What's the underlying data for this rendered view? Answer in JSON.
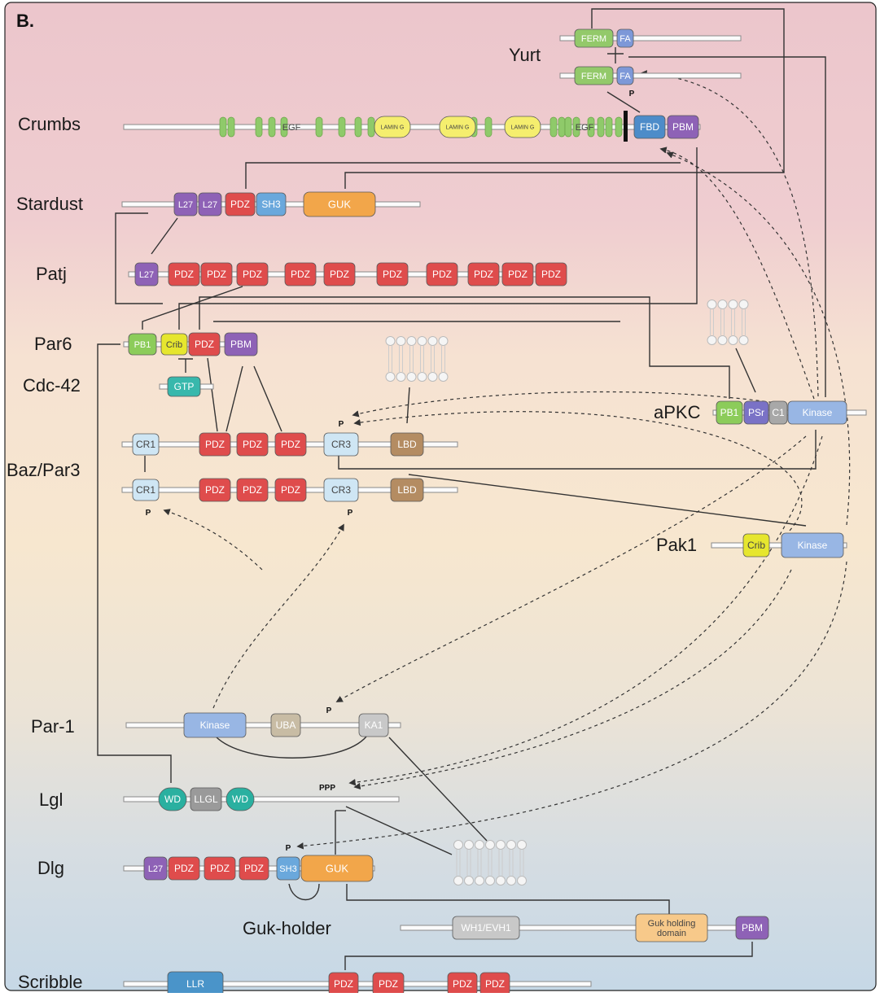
{
  "panel_label": "B.",
  "colors": {
    "background_top": "#ecc6cc",
    "background_mid": "#f7e6cf",
    "background_bottom": "#c6d8e6",
    "line": "#333333",
    "dashed_arrow": "#333333",
    "FERM": "#93c96a",
    "FA": "#7d98d8",
    "EGF": "#8fca6a",
    "LAMIN_G": "#f5ee6e",
    "FBD": "#4d8cc9",
    "PBM": "#8e62b6",
    "L27": "#8e62b6",
    "PDZ": "#df4c4c",
    "SH3": "#6aa8dc",
    "GUK": "#f2a64a",
    "PB1": "#8ccc5a",
    "Crib": "#e6e62e",
    "GTP": "#38b8ac",
    "CR": "#cfe6f4",
    "LBD": "#b48c62",
    "PSr": "#7a72c6",
    "C1": "#a8a8a8",
    "Kinase": "#98b6e4",
    "UBA": "#c8bca4",
    "KA1": "#c8c8c8",
    "WD": "#2ab0a0",
    "LLGL": "#9a9a9a",
    "WH1_EVH1": "#c8c8c8",
    "Guk_holding": "#f7c98a",
    "LLR": "#4a94c9"
  },
  "proteins": [
    {
      "id": "yurt",
      "name": "Yurt",
      "domains": [
        "FERM",
        "FA"
      ]
    },
    {
      "id": "crumbs",
      "name": "Crumbs",
      "domains": [
        "EGF",
        "LAMIN G",
        "LAMIN G",
        "LAMIN G",
        "EGF",
        "FBD",
        "PBM"
      ]
    },
    {
      "id": "stardust",
      "name": "Stardust",
      "domains": [
        "L27",
        "L27",
        "PDZ",
        "SH3",
        "GUK"
      ]
    },
    {
      "id": "patj",
      "name": "Patj",
      "domains": [
        "L27",
        "PDZ",
        "PDZ",
        "PDZ",
        "PDZ",
        "PDZ",
        "PDZ",
        "PDZ",
        "PDZ",
        "PDZ",
        "PDZ"
      ]
    },
    {
      "id": "par6",
      "name": "Par6",
      "domains": [
        "PB1",
        "Crib",
        "PDZ",
        "PBM"
      ]
    },
    {
      "id": "cdc42",
      "name": "Cdc-42",
      "domains": [
        "GTP"
      ]
    },
    {
      "id": "apkc",
      "name": "aPKC",
      "domains": [
        "PB1",
        "PSr",
        "C1",
        "Kinase"
      ]
    },
    {
      "id": "baz",
      "name": "Baz/Par3",
      "domains": [
        "CR1",
        "PDZ",
        "PDZ",
        "PDZ",
        "CR3",
        "LBD"
      ]
    },
    {
      "id": "pak1",
      "name": "Pak1",
      "domains": [
        "Crib",
        "Kinase"
      ]
    },
    {
      "id": "par1",
      "name": "Par-1",
      "domains": [
        "Kinase",
        "UBA",
        "KA1"
      ]
    },
    {
      "id": "lgl",
      "name": "Lgl",
      "domains": [
        "WD",
        "LLGL",
        "WD"
      ]
    },
    {
      "id": "dlg",
      "name": "Dlg",
      "domains": [
        "L27",
        "PDZ",
        "PDZ",
        "PDZ",
        "SH3",
        "GUK"
      ]
    },
    {
      "id": "gukholder",
      "name": "Guk-holder",
      "domains": [
        "WH1/EVH1",
        "Guk holding domain",
        "PBM"
      ]
    },
    {
      "id": "scribble",
      "name": "Scribble",
      "domains": [
        "LLR",
        "PDZ",
        "PDZ",
        "PDZ",
        "PDZ"
      ]
    }
  ],
  "phospho_marks": {
    "single": "P",
    "triple": "PPP"
  }
}
